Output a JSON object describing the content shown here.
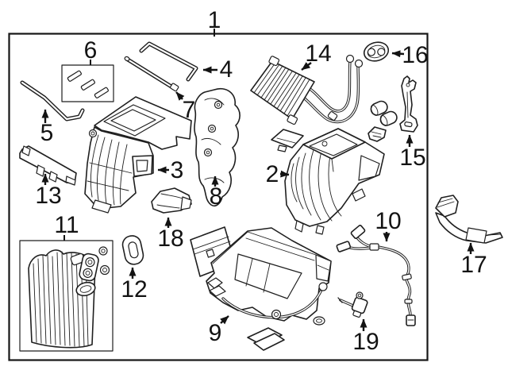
{
  "diagram": {
    "type": "exploded-parts-diagram",
    "background": "#ffffff",
    "ink": "#1f1f1f",
    "callout_color": "#131313",
    "callouts": [
      {
        "label": "1"
      },
      {
        "label": "2"
      },
      {
        "label": "3"
      },
      {
        "label": "4"
      },
      {
        "label": "5"
      },
      {
        "label": "6"
      },
      {
        "label": "7"
      },
      {
        "label": "8"
      },
      {
        "label": "9"
      },
      {
        "label": "10"
      },
      {
        "label": "11"
      },
      {
        "label": "12"
      },
      {
        "label": "13"
      },
      {
        "label": "14"
      },
      {
        "label": "15"
      },
      {
        "label": "16"
      },
      {
        "label": "17"
      },
      {
        "label": "18"
      },
      {
        "label": "19"
      }
    ]
  }
}
